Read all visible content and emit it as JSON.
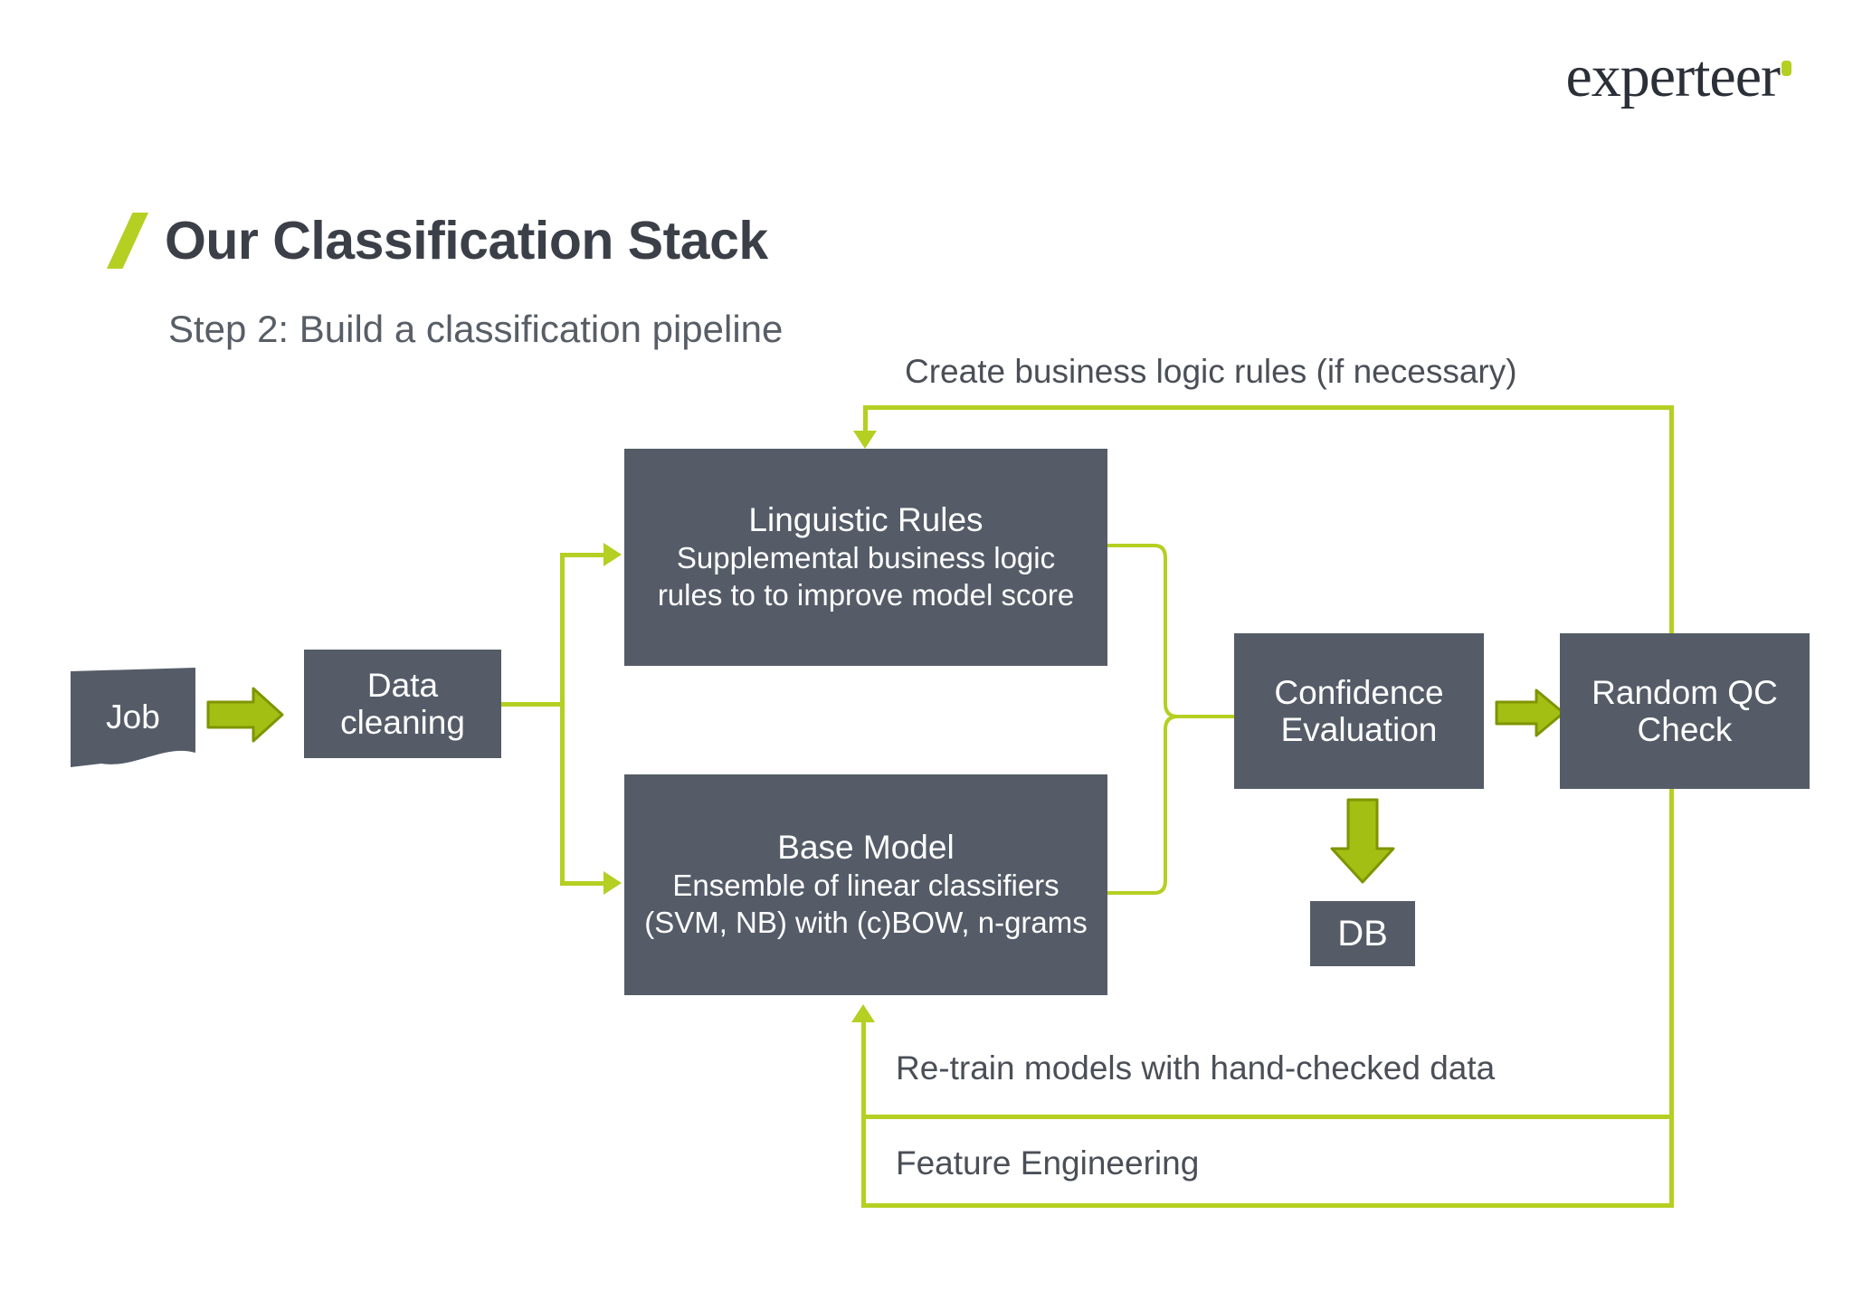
{
  "brand": {
    "logo_text": "experteer",
    "accent_color": "#b5cf22"
  },
  "header": {
    "title": "Our Classification Stack",
    "subtitle": "Step 2: Build a classification pipeline"
  },
  "theme": {
    "node_fill": "#555c68",
    "node_text": "#ffffff",
    "line_green": "#b5cf22",
    "block_arrow_fill": "#a3bf14",
    "block_arrow_stroke": "#7f9400",
    "heading_color": "#3b4048",
    "body_text": "#4a4f57",
    "background": "#ffffff"
  },
  "diagram": {
    "nodes": {
      "job": {
        "label": "Job",
        "shape": "document"
      },
      "data_cleaning": {
        "line1": "Data",
        "line2": "cleaning",
        "shape": "rectangle"
      },
      "linguistic_rules": {
        "title": "Linguistic Rules",
        "sub_line1": "Supplemental business logic",
        "sub_line2": "rules to to improve model score",
        "shape": "rectangle"
      },
      "base_model": {
        "title": "Base Model",
        "sub_line1": "Ensemble of linear classifiers",
        "sub_line2": "(SVM, NB) with (c)BOW, n-grams",
        "shape": "rectangle"
      },
      "confidence_evaluation": {
        "line1": "Confidence",
        "line2": "Evaluation",
        "shape": "rectangle"
      },
      "random_qc_check": {
        "line1": "Random QC",
        "line2": "Check",
        "shape": "rectangle"
      },
      "db": {
        "label": "DB",
        "shape": "rectangle"
      }
    },
    "connector_labels": {
      "create_rules": "Create business logic rules (if necessary)",
      "retrain": "Re-train models with hand-checked data",
      "feature_engineering": "Feature Engineering"
    }
  }
}
